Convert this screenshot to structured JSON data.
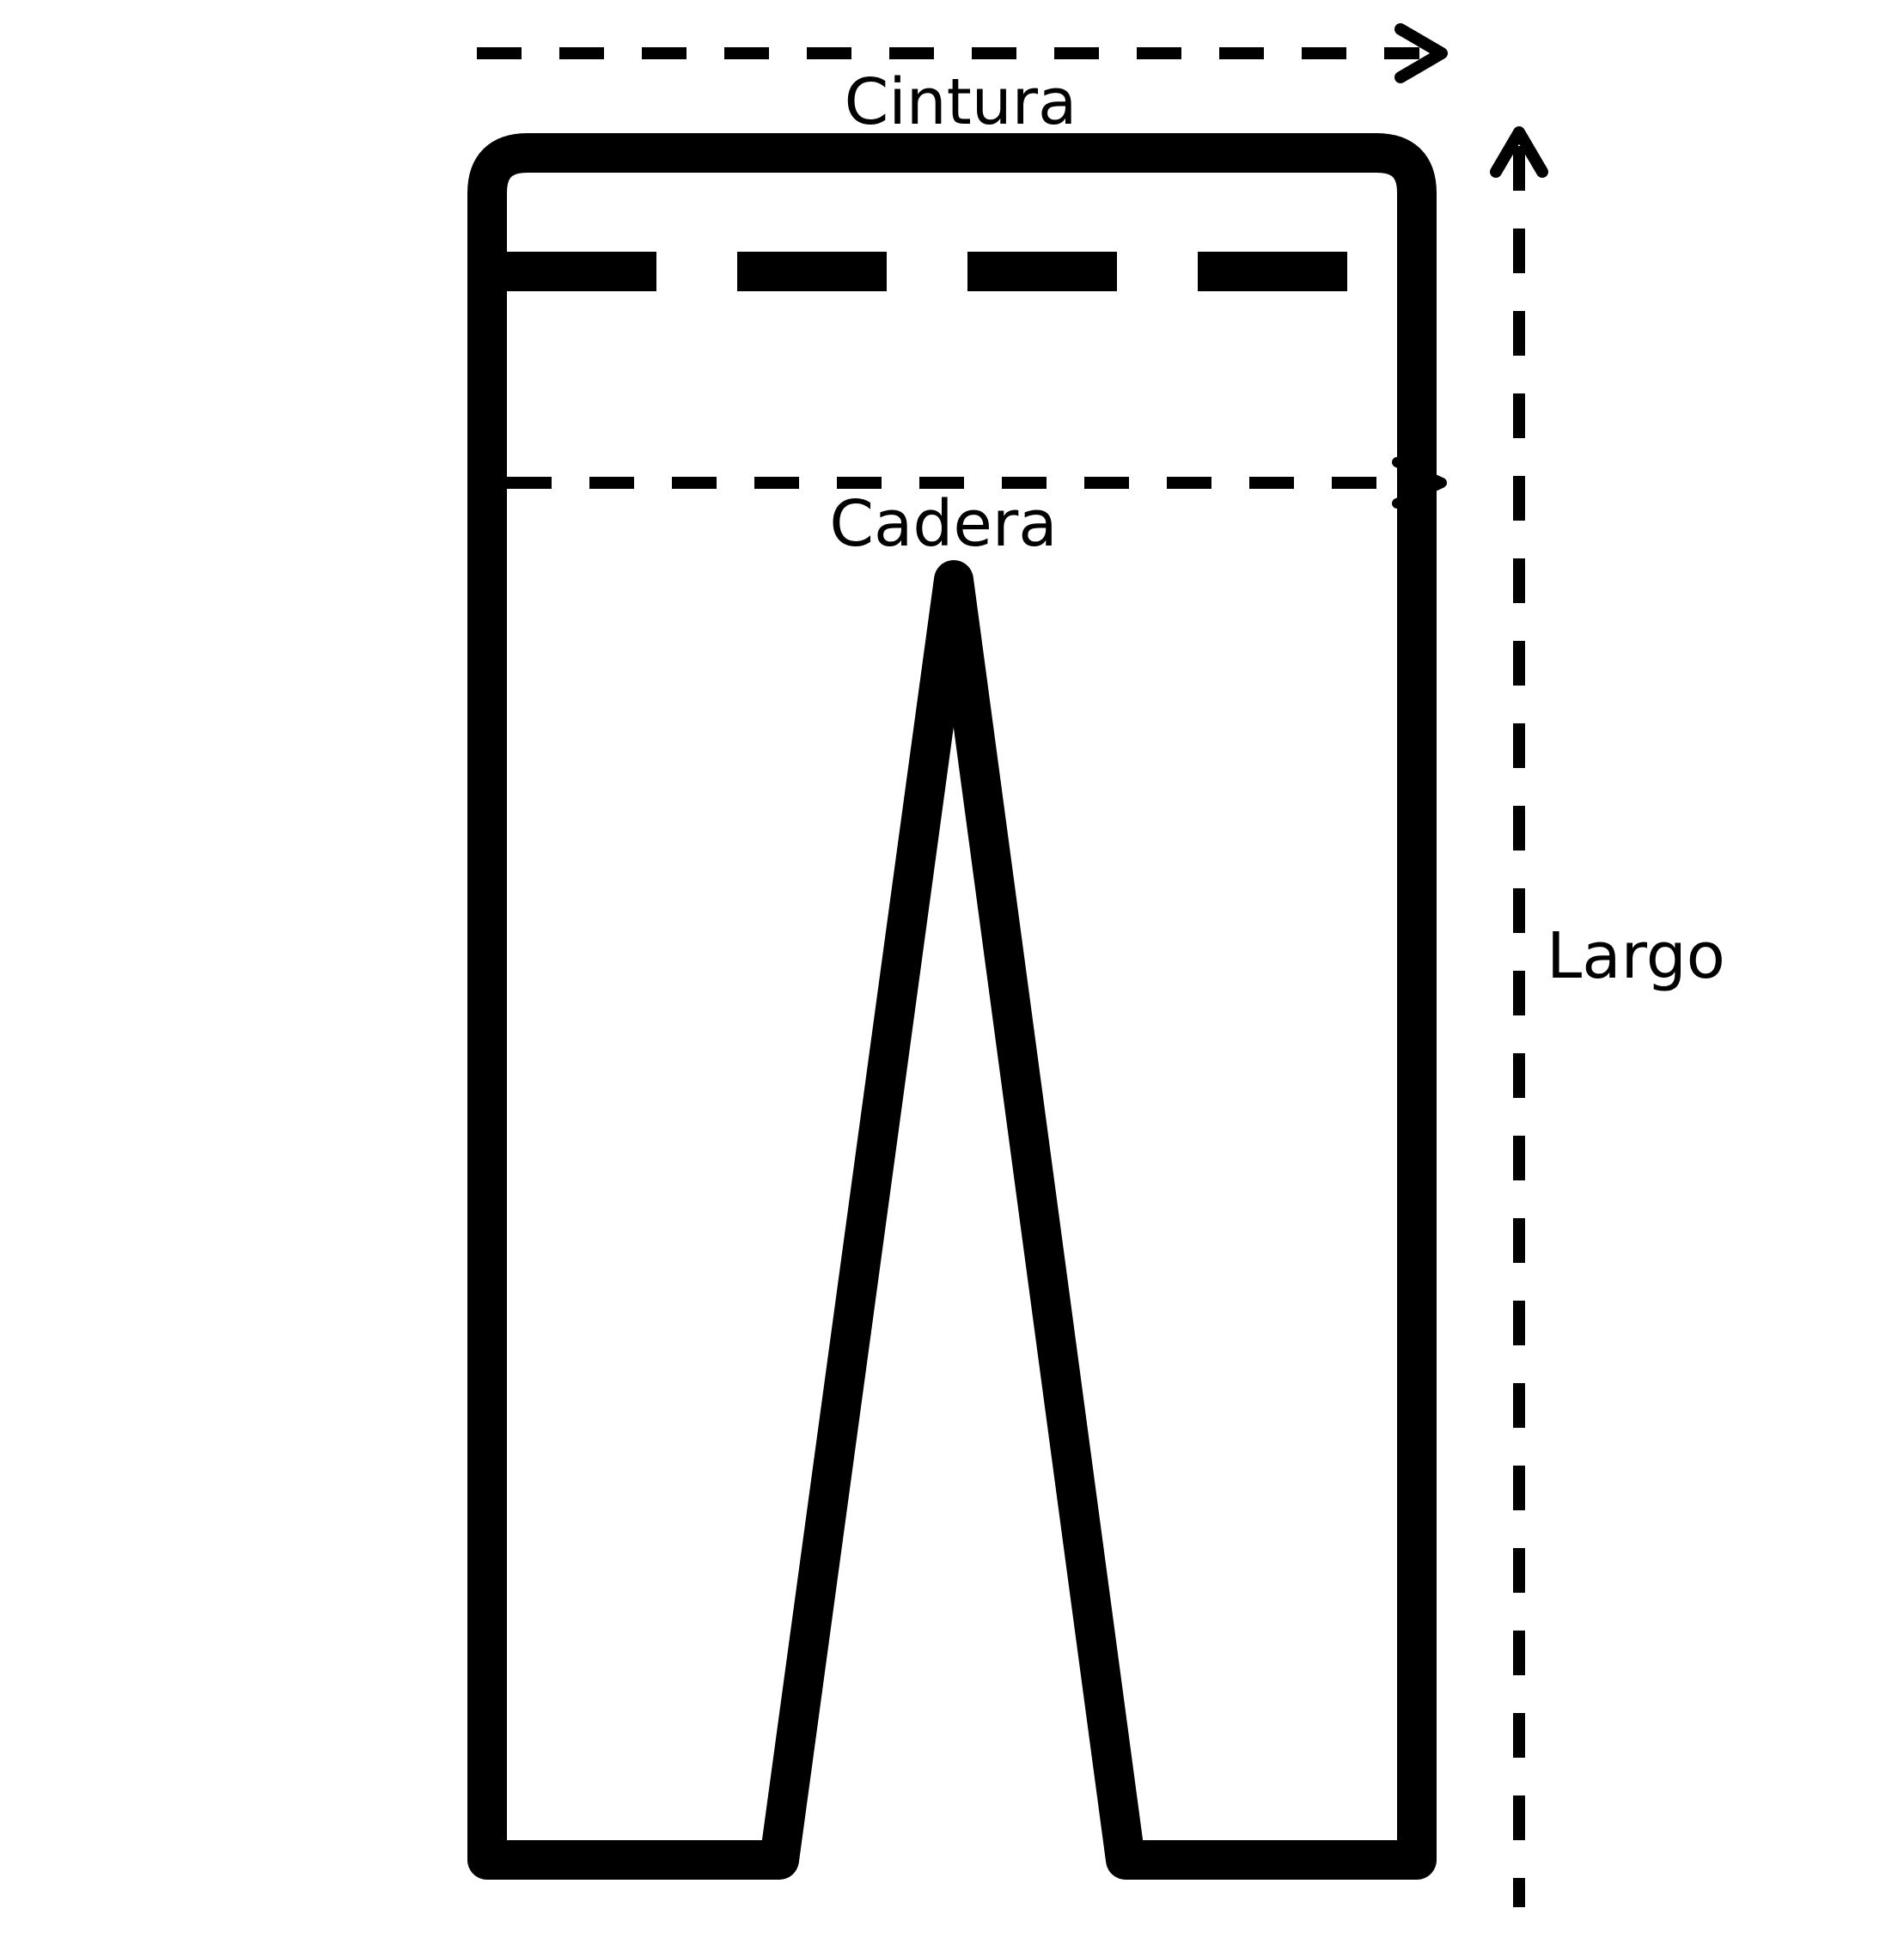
{
  "labels": {
    "waist": "Cintura",
    "hip": "Cadera",
    "length": "Largo"
  },
  "colors": {
    "ink": "#000000",
    "background": "#ffffff"
  }
}
